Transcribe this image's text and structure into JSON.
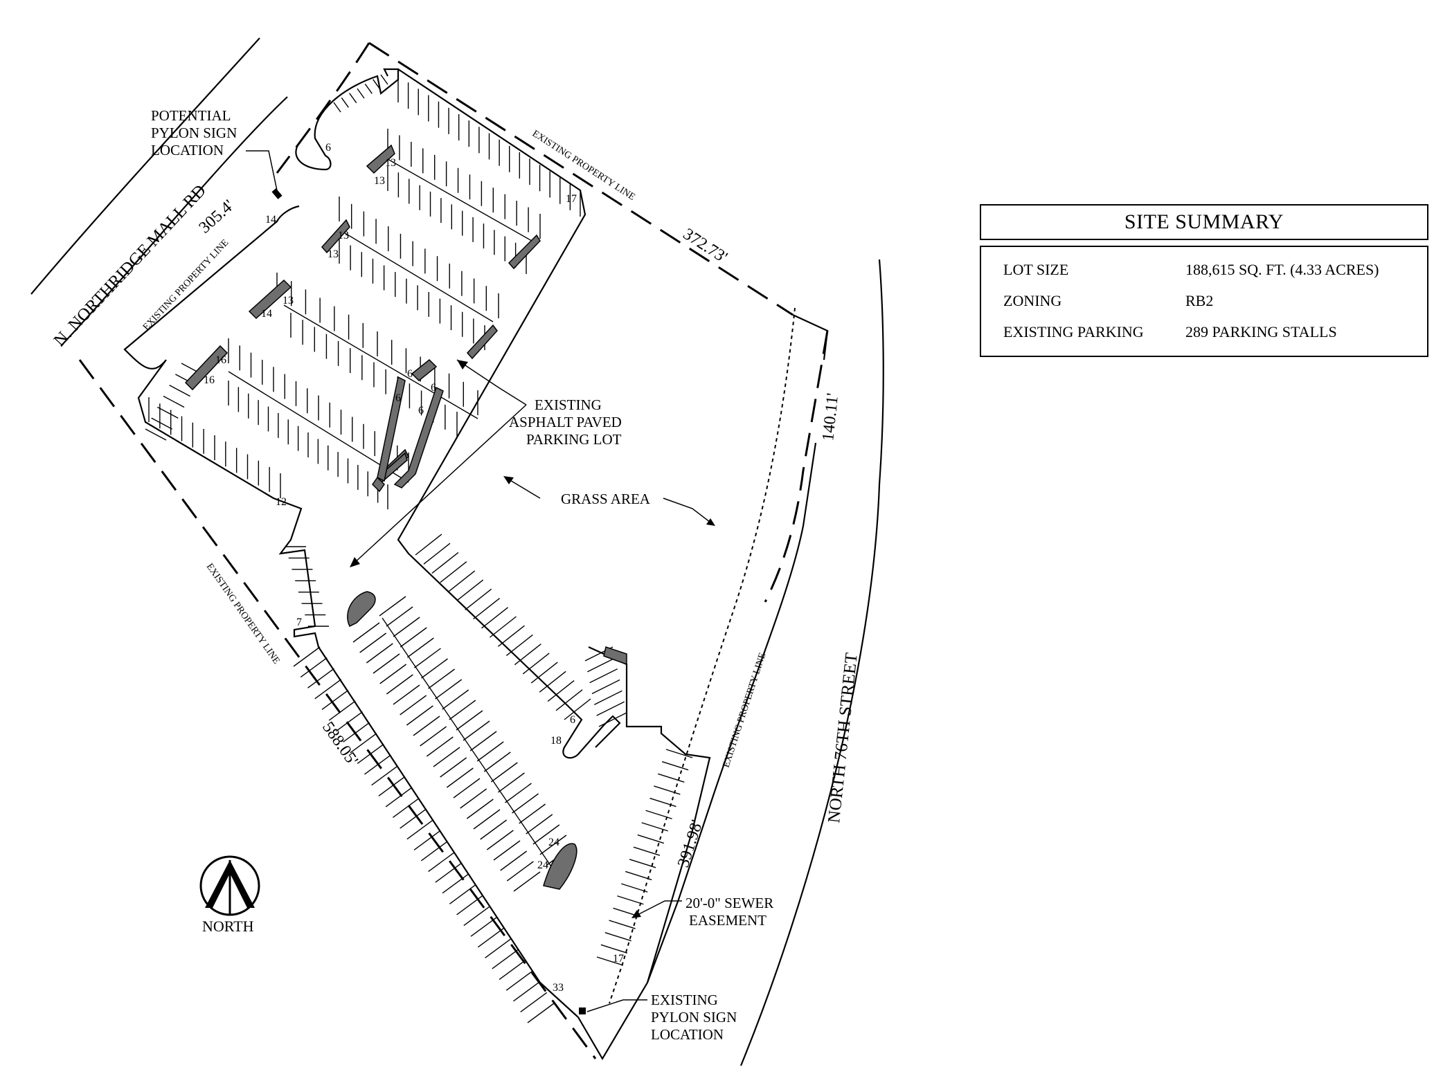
{
  "roads": {
    "northridge": "N. NORTHRIDGE MALL RD",
    "north76": "NORTH 76TH STREET"
  },
  "dimensions": {
    "d305": "305.4'",
    "d372": "372.73'",
    "d140": "140.11'",
    "d588": "588.05'",
    "d391": "391.98'"
  },
  "property_line": "EXISTING PROPERTY LINE",
  "labels": {
    "potential_sign": [
      "POTENTIAL",
      "PYLON SIGN",
      "LOCATION"
    ],
    "asphalt": [
      "EXISTING",
      "ASPHALT PAVED",
      "PARKING LOT"
    ],
    "grass": "GRASS AREA",
    "sewer": [
      "20'-0\" SEWER",
      "EASEMENT"
    ],
    "existing_sign": [
      "EXISTING",
      "PYLON SIGN",
      "LOCATION"
    ],
    "north": "NORTH"
  },
  "stall_counts": [
    "6",
    "13",
    "13",
    "17",
    "14",
    "13",
    "13",
    "14",
    "13",
    "16",
    "16",
    "6",
    "6",
    "6",
    "6",
    "12",
    "7",
    "6",
    "18",
    "24",
    "24",
    "17",
    "33"
  ],
  "site_summary": {
    "title": "SITE SUMMARY",
    "rows": [
      {
        "label": "LOT SIZE",
        "value": "188,615 SQ. FT. (4.33 ACRES)"
      },
      {
        "label": "ZONING",
        "value": "RB2"
      },
      {
        "label": "EXISTING PARKING",
        "value": "289 PARKING STALLS"
      }
    ]
  }
}
